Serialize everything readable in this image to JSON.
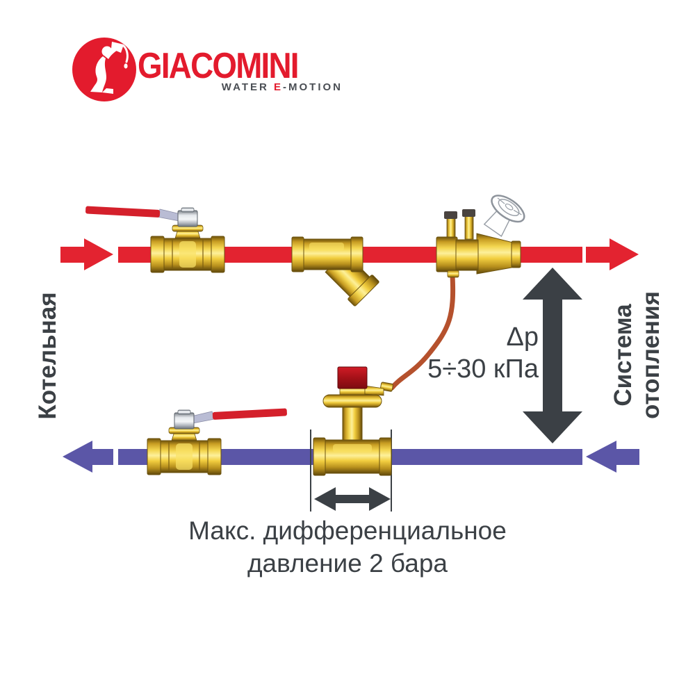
{
  "logo": {
    "brand": "GIACOMINI",
    "tagline_water": "WATER ",
    "tagline_e": "E",
    "tagline_motion": "-MOTION"
  },
  "labels": {
    "left_vertical": "Котельная",
    "right_vertical_line1": "Система",
    "right_vertical_line2": "отопления",
    "dp_symbol": "Δp",
    "dp_range": "5÷30 кПа",
    "caption_line1": "Макс. дифференциальное",
    "caption_line2": "давление 2 бара"
  },
  "components": {
    "supply_valve": "ball-valve-with-red-lever",
    "strainer": "y-strainer",
    "balancing_valve": "balancing-valve-with-white-handwheel",
    "return_valve": "ball-valve-with-red-lever",
    "dp_controller": "differential-pressure-controller-red-cap",
    "capillary": "capillary-tube"
  },
  "colors": {
    "brand_red": "#E31B2D",
    "tagline_gray": "#4A4E54",
    "supply_red": "#E32330",
    "return_purple": "#5B56A7",
    "annotation_gray": "#3B4045",
    "capillary_orange": "#B5512D",
    "brass_yellow": "#F2CE3F",
    "red_cap": "#A51118",
    "handle_red": "#D4202B"
  }
}
